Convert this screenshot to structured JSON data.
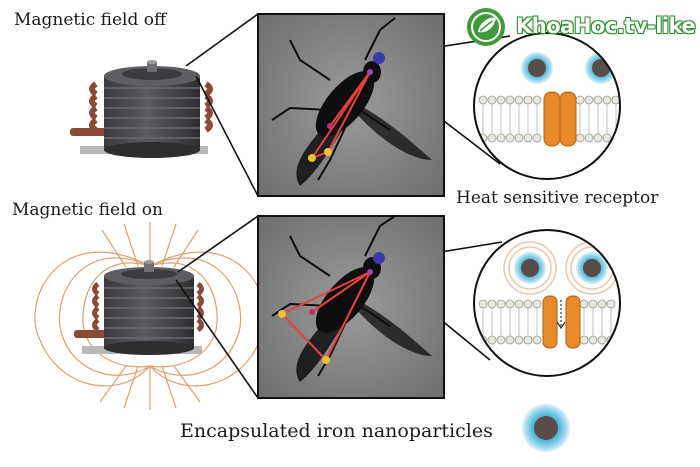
{
  "labels": {
    "field_off": "Magnetic field off",
    "field_on": "Magnetic field on",
    "receptor": "Heat sensitive receptor",
    "nanoparticles": "Encapsulated iron nanoparticles"
  },
  "logo": {
    "text": "KhoaHoc.tv-like"
  },
  "colors": {
    "coil": "#4a4a4c",
    "copper": "#8b4a35",
    "field_lines": "#e0a070",
    "receptor": "#e8892a",
    "nanoparticle_core": "#5a4d48",
    "nanoparticle_shell": "#4fb8d8",
    "tracking_line": "#e8403a",
    "logo_green": "#3f9a3a"
  },
  "icons": {
    "logo": "leaf-globe-logo-icon",
    "coil": "electromagnet-coil-icon",
    "fly": "fly-photo-icon",
    "nanoparticle": "nanoparticle-icon"
  }
}
